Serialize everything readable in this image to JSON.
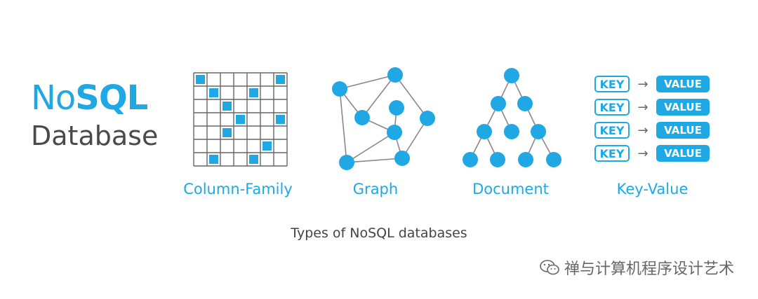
{
  "title": {
    "part1": "No",
    "part2": "SQL",
    "line2": "Database"
  },
  "types": [
    {
      "label": "Column-Family"
    },
    {
      "label": "Graph"
    },
    {
      "label": "Document"
    },
    {
      "label": "Key-Value"
    }
  ],
  "key_value": {
    "key": "KEY",
    "value": "VALUE",
    "arrow": "→",
    "rows": 4
  },
  "caption": "Types of NoSQL databases",
  "watermark": "禅与计算机程序设计艺术",
  "colors": {
    "accent": "#1fa8e3",
    "dark_text": "#4a4a4a",
    "grid_line": "#666666"
  },
  "icons": [
    "wechat-icon"
  ]
}
